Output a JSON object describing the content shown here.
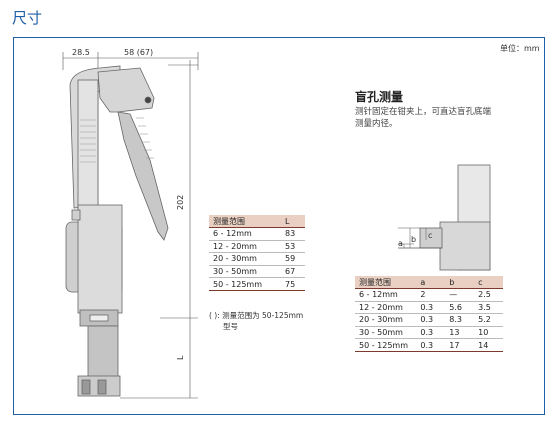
{
  "page": {
    "title": "尺寸"
  },
  "unit_label": "单位：mm",
  "dimensions": {
    "width_a": "28.5",
    "width_b": "58 (67)",
    "height_total": "202",
    "length_l": "L"
  },
  "table_l": {
    "headers": [
      "测量范围",
      "L"
    ],
    "rows": [
      [
        "6 - 12mm",
        "83"
      ],
      [
        "12 - 20mm",
        "53"
      ],
      [
        "20 - 30mm",
        "59"
      ],
      [
        "30 - 50mm",
        "67"
      ],
      [
        "50 - 125mm",
        "75"
      ]
    ]
  },
  "note": {
    "line1": "( ): 测量范围为 50-125mm",
    "line2": "型号"
  },
  "blind_hole": {
    "title": "盲孔测量",
    "desc1": "测针固定在钳夹上，可直达盲孔底端",
    "desc2": "测量内径。",
    "labels": {
      "a": "a",
      "b": "b",
      "c": "c"
    }
  },
  "table_abc": {
    "headers": [
      "测量范围",
      "a",
      "b",
      "c"
    ],
    "rows": [
      [
        "6 - 12mm",
        "2",
        "—",
        "2.5"
      ],
      [
        "12 - 20mm",
        "0.3",
        "5.6",
        "3.5"
      ],
      [
        "20 - 30mm",
        "0.3",
        "8.3",
        "5.2"
      ],
      [
        "30 - 50mm",
        "0.3",
        "13",
        "10"
      ],
      [
        "50 - 125mm",
        "0.3",
        "17",
        "14"
      ]
    ]
  }
}
